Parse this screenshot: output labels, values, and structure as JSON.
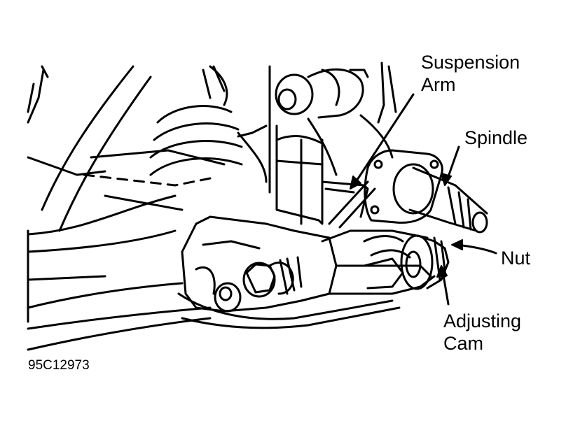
{
  "labels": {
    "suspension_arm_line1": "Suspension",
    "suspension_arm_line2": "Arm",
    "spindle": "Spindle",
    "nut": "Nut",
    "adjusting_cam_line1": "Adjusting",
    "adjusting_cam_line2": "Cam"
  },
  "figure_code": "95C12973",
  "colors": {
    "ink": "#000000",
    "paper": "#ffffff"
  }
}
